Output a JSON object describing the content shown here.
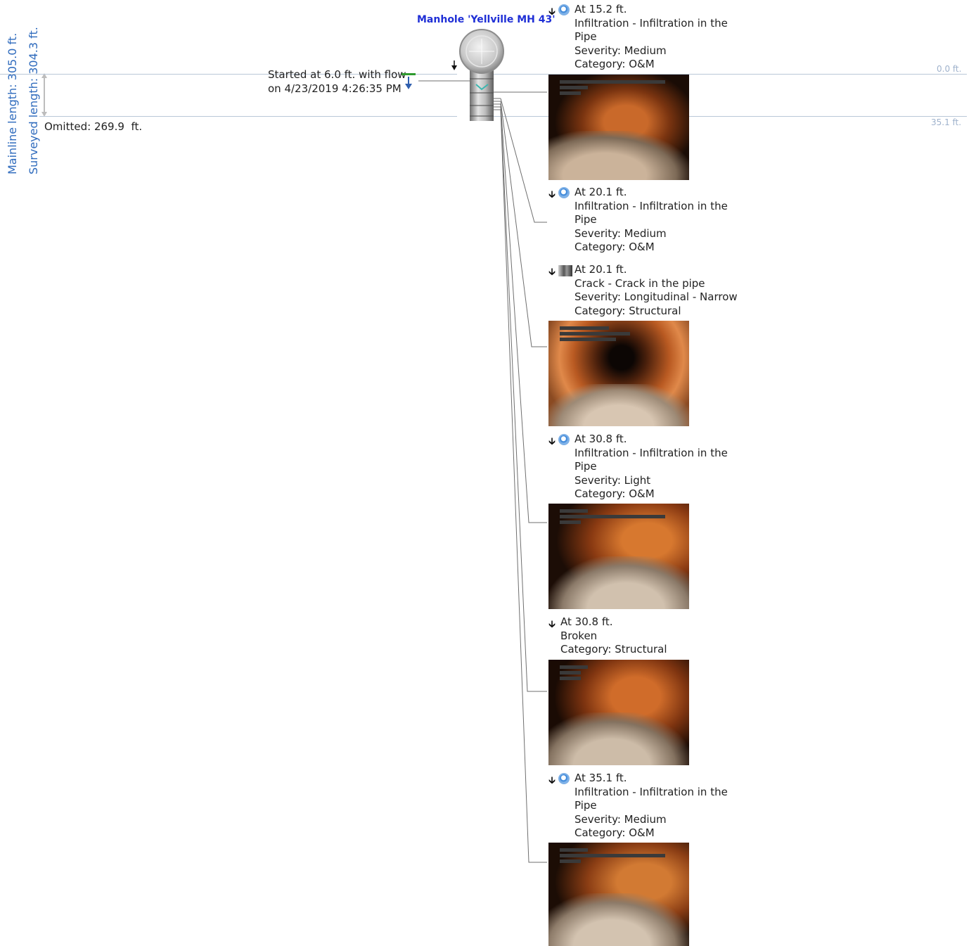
{
  "left_labels": {
    "mainline_length_label": "Mainline   length:",
    "mainline_length_value": "305.0 ft.",
    "surveyed_length_label": "Surveyed length:",
    "surveyed_length_value": "304.3 ft."
  },
  "omitted": {
    "label": "Omitted:",
    "value": "269.9",
    "unit": "ft."
  },
  "start": {
    "line1": "Started at 6.0 ft. with flow",
    "line2": "on 4/23/2019 4:26:35 PM"
  },
  "manhole": {
    "title": "Manhole 'Yellville MH 43'"
  },
  "scale": {
    "top": "0.0 ft.",
    "bottom": "35.1 ft."
  },
  "observations": [
    {
      "icon": "infiltration-drop-icon",
      "distance": "At 15.2 ft.",
      "line1": "Infiltration - Infiltration in the",
      "line2": "Pipe",
      "severity": "Severity: Medium",
      "category": "Category: O&M",
      "has_image": true
    },
    {
      "icon": "infiltration-drop-icon",
      "distance": "At 20.1 ft.",
      "line1": "Infiltration - Infiltration in the",
      "line2": "Pipe",
      "severity": "Severity: Medium",
      "category": "Category: O&M",
      "has_image": false
    },
    {
      "icon": "crack-icon",
      "distance": "At 20.1 ft.",
      "line1": "Crack - Crack in the pipe",
      "severity": "Severity: Longitudinal - Narrow",
      "category": "Category: Structural",
      "has_image": true
    },
    {
      "icon": "infiltration-drop-icon",
      "distance": "At 30.8 ft.",
      "line1": "Infiltration - Infiltration in the",
      "line2": "Pipe",
      "severity": "Severity: Light",
      "category": "Category: O&M",
      "has_image": true
    },
    {
      "icon": "none",
      "distance": "At 30.8 ft.",
      "line1": "Broken",
      "category": "Category: Structural",
      "has_image": true
    },
    {
      "icon": "infiltration-drop-icon",
      "distance": "At 35.1 ft.",
      "line1": "Infiltration - Infiltration in the",
      "line2": "Pipe",
      "severity": "Severity: Medium",
      "category": "Category: O&M",
      "has_image": true
    }
  ],
  "colors": {
    "accent_blue": "#2f6bbd",
    "manhole_title": "#1f2fd6",
    "flow_green": "#2e9a2e",
    "scale_line": "#b9c7d8"
  }
}
